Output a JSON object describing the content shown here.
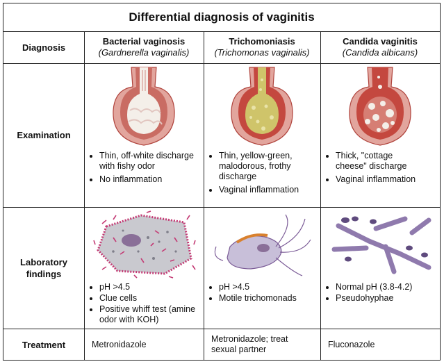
{
  "title": "Differential diagnosis of vaginitis",
  "row_headers": {
    "diagnosis": "Diagnosis",
    "examination": "Examination",
    "laboratory": "Laboratory findings",
    "treatment": "Treatment"
  },
  "columns": [
    {
      "name": "Bacterial vaginosis",
      "organism": "(Gardnerella vaginalis)",
      "exam_image": "vaginal-canal-thin-white-discharge",
      "exam_findings": [
        "Thin, off-white discharge with fishy odor",
        "No inflammation"
      ],
      "lab_image": "clue-cell",
      "lab_findings": [
        "pH >4.5",
        "Clue cells",
        "Positive whiff test (amine odor with KOH)"
      ],
      "treatment": "Metronidazole"
    },
    {
      "name": "Trichomoniasis",
      "organism": "(Trichomonas vaginalis)",
      "exam_image": "vaginal-canal-yellow-green-discharge",
      "exam_findings": [
        "Thin, yellow-green, malodorous, frothy discharge",
        "Vaginal inflammation"
      ],
      "lab_image": "trichomonad",
      "lab_findings": [
        "pH >4.5",
        "Motile trichomonads"
      ],
      "treatment": "Metronidazole; treat sexual partner"
    },
    {
      "name": "Candida vaginitis",
      "organism": "(Candida albicans)",
      "exam_image": "vaginal-canal-cottage-cheese-discharge",
      "exam_findings": [
        "Thick, \"cottage cheese\" discharge",
        "Vaginal inflammation"
      ],
      "lab_image": "pseudohyphae",
      "lab_findings": [
        "Normal pH (3.8-4.2)",
        "Pseudohyphae"
      ],
      "treatment": "Fluconazole"
    }
  ],
  "colors": {
    "tissue": "#e2a59d",
    "tissue_dark": "#b0443d",
    "inflamed": "#c4483f",
    "discharge_white": "#f4efe9",
    "discharge_yellow": "#cfc46a",
    "clue_cell_fill": "#c9c9cf",
    "bacteria": "#c43a74",
    "trichomonad_fill": "#c8bfd9",
    "hyphae": "#8f7aad"
  }
}
